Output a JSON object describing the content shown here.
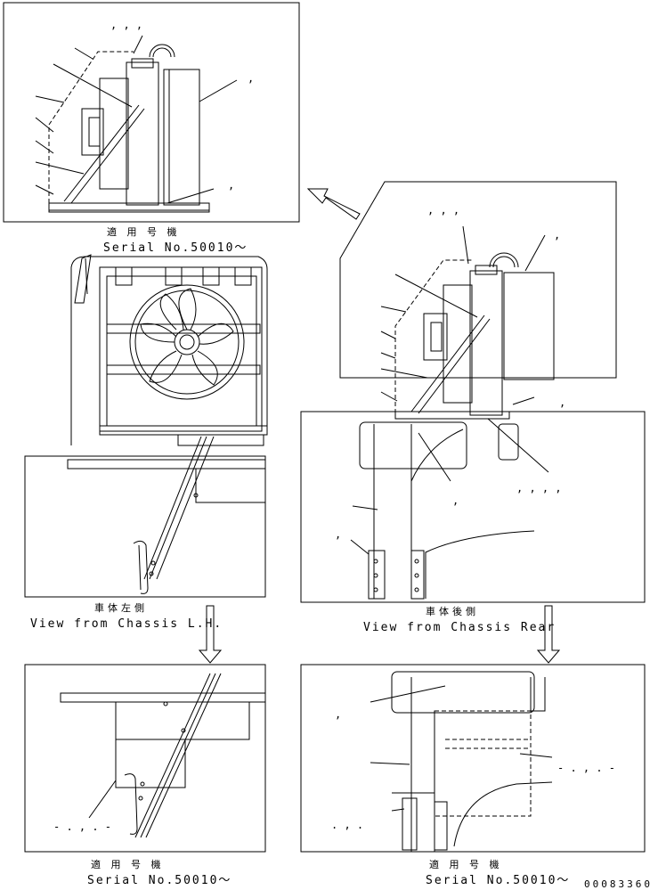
{
  "captions": {
    "top_left": {
      "jp": "適 用 号 機",
      "en": "Serial No.50010～"
    },
    "mid_left": {
      "jp": "車体左側",
      "en": "View from Chassis L.H."
    },
    "mid_right": {
      "jp": "車体後側",
      "en": "View from Chassis Rear"
    },
    "bottom_left": {
      "jp": "適 用 号 機",
      "en": "Serial No.50010～"
    },
    "bottom_right": {
      "jp": "適 用 号 機",
      "en": "Serial No.50010～"
    }
  },
  "callout_marks": {
    "tl_top": ",      ,      ,",
    "tl_right": ",",
    "tl_bottom_right": ",",
    "r_top": ",      ,      ,",
    "r_right": ",",
    "r_mid": ",",
    "r_mid2": ",",
    "r_list": ",   ,   ,   ,",
    "r_left": ",",
    "bl_mark": "- . , . -",
    "br_left": ",",
    "br_right": "- . , . -",
    "br_bottom": ". , ."
  },
  "doc_number": "00083360"
}
